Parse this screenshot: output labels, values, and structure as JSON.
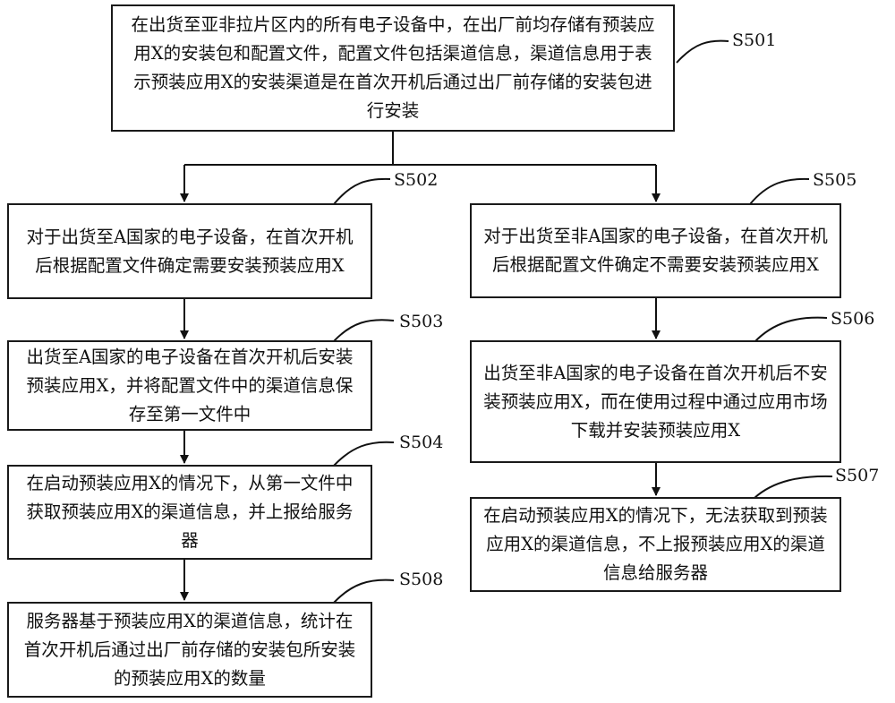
{
  "steps": {
    "s501": {
      "label": "S501",
      "text": "在出货至亚非拉片区内的所有电子设备中，在出厂前均存储有预装应用X的安装包和配置文件，配置文件包括渠道信息，渠道信息用于表示预装应用X的安装渠道是在首次开机后通过出厂前存储的安装包进行安装"
    },
    "s502": {
      "label": "S502",
      "text": "对于出货至A国家的电子设备，在首次开机后根据配置文件确定需要安装预装应用X"
    },
    "s503": {
      "label": "S503",
      "text": "出货至A国家的电子设备在首次开机后安装预装应用X，并将配置文件中的渠道信息保存至第一文件中"
    },
    "s504": {
      "label": "S504",
      "text": "在启动预装应用X的情况下，从第一文件中获取预装应用X的渠道信息，并上报给服务器"
    },
    "s508": {
      "label": "S508",
      "text": "服务器基于预装应用X的渠道信息，统计在首次开机后通过出厂前存储的安装包所安装的预装应用X的数量"
    },
    "s505": {
      "label": "S505",
      "text": "对于出货至非A国家的电子设备，在首次开机后根据配置文件确定不需要安装预装应用X"
    },
    "s506": {
      "label": "S506",
      "text": "出货至非A国家的电子设备在首次开机后不安装预装应用X，而在使用过程中通过应用市场下载并安装预装应用X"
    },
    "s507": {
      "label": "S507",
      "text": "在启动预装应用X的情况下，无法获取到预装应用X的渠道信息，不上报预装应用X的渠道信息给服务器"
    }
  }
}
